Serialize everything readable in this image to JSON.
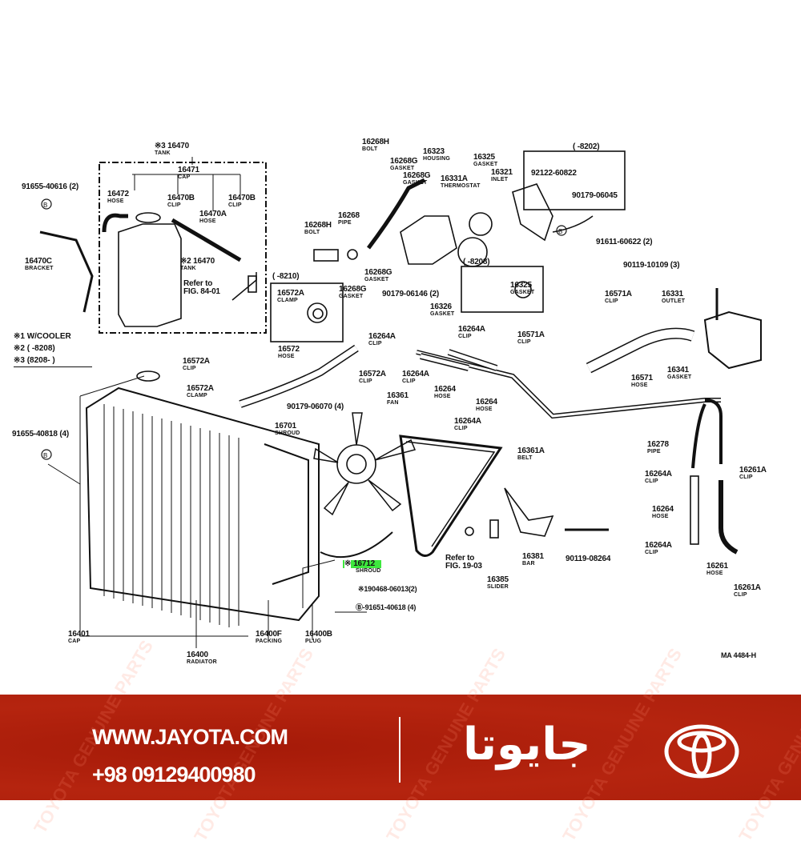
{
  "labels": [
    {
      "num": "※3 16470",
      "name": "TANK"
    },
    {
      "num": "16471",
      "name": "CAP"
    },
    {
      "num": "91655-40616 (2)",
      "name": ""
    },
    {
      "num": "16472",
      "name": "HOSE"
    },
    {
      "num": "16470B",
      "name": "CLIP"
    },
    {
      "num": "16470B",
      "name": "CLIP"
    },
    {
      "num": "16470A",
      "name": "HOSE"
    },
    {
      "num": "16470C",
      "name": "BRACKET"
    },
    {
      "num": "※2 16470",
      "name": "TANK"
    },
    {
      "num": "Refer to",
      "name": "FIG. 84-01"
    },
    {
      "num": "16268H",
      "name": "BOLT"
    },
    {
      "num": "16268G",
      "name": "GASKET"
    },
    {
      "num": "16268G",
      "name": "GASKET"
    },
    {
      "num": "16323",
      "name": "HOUSING"
    },
    {
      "num": "16331A",
      "name": "THERMOSTAT"
    },
    {
      "num": "16325",
      "name": "GASKET"
    },
    {
      "num": "16321",
      "name": "INLET"
    },
    {
      "num": "(      -8202)",
      "name": ""
    },
    {
      "num": "92122-60822",
      "name": ""
    },
    {
      "num": "90179-06045",
      "name": ""
    },
    {
      "num": "91611-60622 (2)",
      "name": ""
    },
    {
      "num": "16268",
      "name": "PIPE"
    },
    {
      "num": "16268H",
      "name": "BOLT"
    },
    {
      "num": "16268G",
      "name": "GASKET"
    },
    {
      "num": "16268G",
      "name": "GASKET"
    },
    {
      "num": "90179-06146 (2)",
      "name": ""
    },
    {
      "num": "16326",
      "name": "GASKET"
    },
    {
      "num": "(      -8208)",
      "name": ""
    },
    {
      "num": "16325",
      "name": "GASKET"
    },
    {
      "num": "90119-10109 (3)",
      "name": ""
    },
    {
      "num": "16571A",
      "name": "CLIP"
    },
    {
      "num": "16331",
      "name": "OUTLET"
    },
    {
      "num": "(      -8210)",
      "name": ""
    },
    {
      "num": "16572A",
      "name": "CLAMP"
    },
    {
      "num": "16264A",
      "name": "CLIP"
    },
    {
      "num": "16264A",
      "name": "CLIP"
    },
    {
      "num": "16571A",
      "name": "CLIP"
    },
    {
      "num": "16572",
      "name": "HOSE"
    },
    {
      "num": "16572A",
      "name": "CLIP"
    },
    {
      "num": "16264A",
      "name": "CLIP"
    },
    {
      "num": "16264",
      "name": "HOSE"
    },
    {
      "num": "16264",
      "name": "HOSE"
    },
    {
      "num": "16264A",
      "name": "CLIP"
    },
    {
      "num": "16361",
      "name": "FAN"
    },
    {
      "num": "16571",
      "name": "HOSE"
    },
    {
      "num": "16341",
      "name": "GASKET"
    },
    {
      "num": "16572A",
      "name": "CLIP"
    },
    {
      "num": "16572A",
      "name": "CLAMP"
    },
    {
      "num": "90179-06070 (4)",
      "name": ""
    },
    {
      "num": "16701",
      "name": "SHROUD"
    },
    {
      "num": "91655-40818 (4)",
      "name": ""
    },
    {
      "num": "16278",
      "name": "PIPE"
    },
    {
      "num": "16361A",
      "name": "BELT"
    },
    {
      "num": "16264A",
      "name": "CLIP"
    },
    {
      "num": "16261A",
      "name": "CLIP"
    },
    {
      "num": "16264",
      "name": "HOSE"
    },
    {
      "num": "16264A",
      "name": "CLIP"
    },
    {
      "num": "Refer to",
      "name": "FIG. 19-03"
    },
    {
      "num": "16381",
      "name": "BAR"
    },
    {
      "num": "90119-08264",
      "name": ""
    },
    {
      "num": "16712",
      "name": "SHROUD"
    },
    {
      "num": "16385",
      "name": "SLIDER"
    },
    {
      "num": "16261",
      "name": "HOSE"
    },
    {
      "num": "※190468-06013(2)",
      "name": ""
    },
    {
      "num": "Ⓑ-91651-40618 (4)",
      "name": ""
    },
    {
      "num": "16261A",
      "name": "CLIP"
    },
    {
      "num": "16401",
      "name": "CAP"
    },
    {
      "num": "16400F",
      "name": "PACKING"
    },
    {
      "num": "16400B",
      "name": "PLUG"
    },
    {
      "num": "16400",
      "name": "RADIATOR"
    },
    {
      "num": "MA  4484-H",
      "name": ""
    }
  ],
  "highlight_prefix": "※",
  "legend": [
    "※1  W/COOLER",
    "※2  (        -8208)",
    "※3  (8208-        )"
  ],
  "footer": {
    "website": "WWW.JAYOTA.COM",
    "phone": "+98 09129400980",
    "brand": "جایوتا",
    "watermark": "TOYOTA GENUINE PARTS"
  },
  "colors": {
    "footer_bg": "#b0200e",
    "highlight": "#3ee83e"
  }
}
